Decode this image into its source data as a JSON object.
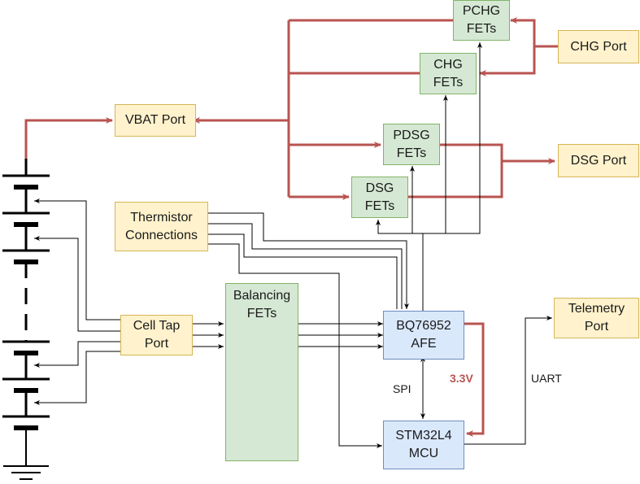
{
  "colors": {
    "power_line": "#b85450",
    "signal_line": "#000000",
    "port_fill": "#fff2cc",
    "port_border": "#d6b656",
    "fet_fill": "#d5e8d4",
    "fet_border": "#82b366",
    "ic_fill": "#dae8fc",
    "ic_border": "#6c8ebf"
  },
  "blocks": {
    "pchg_fets": "PCHG\nFETs",
    "chg_port": "CHG Port",
    "chg_fets": "CHG\nFETs",
    "vbat_port": "VBAT Port",
    "pdsg_fets": "PDSG\nFETs",
    "dsg_port": "DSG Port",
    "dsg_fets": "DSG\nFETs",
    "thermistor_connections": "Thermistor\nConnections",
    "balancing_fets": "Balancing\nFETs",
    "cell_tap_port": "Cell Tap\nPort",
    "afe": "BQ76952\nAFE",
    "telemetry_port": "Telemetry\nPort",
    "mcu": "STM32L4\nMCU"
  },
  "labels": {
    "spi": "SPI",
    "v33": "3.3V",
    "uart": "UART"
  }
}
